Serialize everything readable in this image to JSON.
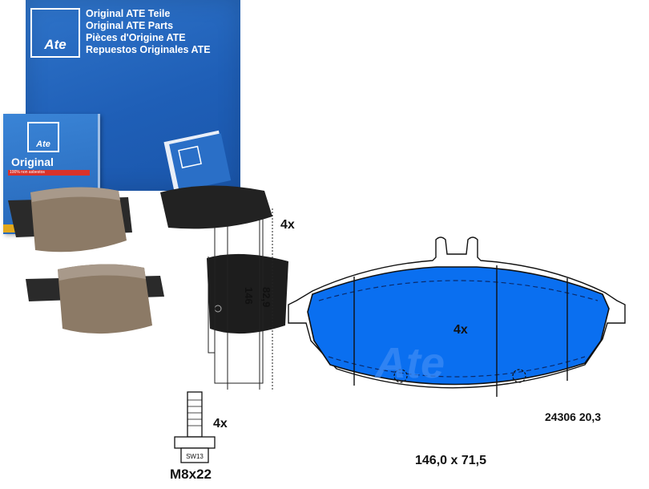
{
  "box": {
    "logo": "Ate",
    "lines": [
      "Original ATE Teile",
      "Original ATE Parts",
      "Pièces d'Origine ATE",
      "Repuestos Originales ATE"
    ]
  },
  "small_box": {
    "logo": "Ate",
    "title": "Original",
    "strip": "100% non asbestos"
  },
  "labels": {
    "qty_side": "4x",
    "qty_pad": "4x",
    "qty_bolt": "4x",
    "bolt_size": "M8x22",
    "bolt_head": "SW13",
    "part_number": "24306 20,3",
    "dimensions": "146,0 x 71,5",
    "dim_146": "146",
    "dim_82": "82,9"
  },
  "colors": {
    "ate_blue": "#1f5fb7",
    "pad_blue": "#0a6ff0",
    "friction": "#8c7a66"
  }
}
